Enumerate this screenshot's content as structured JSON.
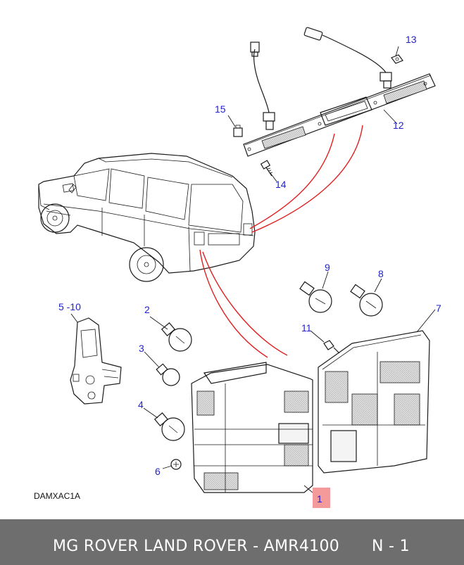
{
  "diagram": {
    "drawing_code": "DAMXAC1A",
    "highlight_color": "#f59a9a",
    "leader_color": "#e02020",
    "callout_color": "#2222cc",
    "callouts": {
      "c1": "1",
      "c2": "2",
      "c3": "3",
      "c4": "4",
      "c5_10": "5 -10",
      "c6": "6",
      "c7": "7",
      "c8": "8",
      "c9": "9",
      "c11": "11",
      "c12": "12",
      "c13": "13",
      "c14": "14",
      "c15": "15"
    }
  },
  "footer": {
    "title": "MG ROVER LAND ROVER - AMR4100",
    "page": "N - 1",
    "background": "#6e6e6e"
  }
}
